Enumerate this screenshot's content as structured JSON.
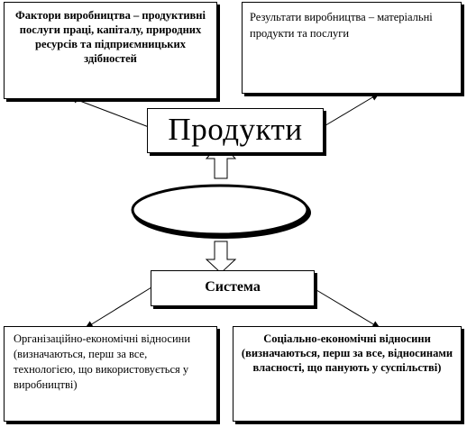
{
  "factors_box": {
    "text": "Фактори виробництва – продуктивні послуги праці, капіталу, природних ресурсів та підприємницьких здібностей"
  },
  "results_box": {
    "text": "Результати виробництва – матеріальні продукти та послуги"
  },
  "products_box": {
    "label": "Продукти"
  },
  "ellipse": {
    "text": ""
  },
  "system_box": {
    "label": "Система"
  },
  "org_box": {
    "text": "Організаційно-економічні відносини (визначаються, перш за все, технологією, що використовується у виробництві)"
  },
  "social_box": {
    "text": "Соціально-економічні відносини (визначаються, перш за все, відносинами власності, що панують у суспільстві)"
  }
}
